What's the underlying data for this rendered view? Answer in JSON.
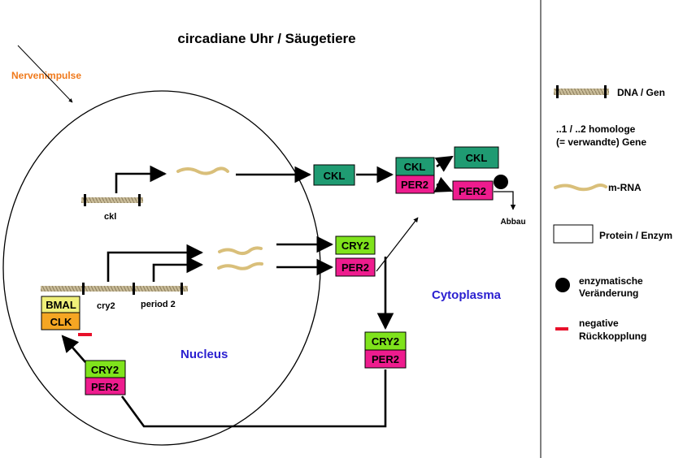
{
  "title": "circadiane Uhr /  Säugetiere",
  "colors": {
    "teal": "#1f9b72",
    "magenta": "#ee1c8e",
    "green": "#7fe31c",
    "yellow": "#f0f07a",
    "orange": "#f5a623",
    "label_orange": "#f07a1c",
    "blue": "#2a1fd0",
    "red": "#e8102a",
    "mrna": "#d9bf7a",
    "dna": "#b5a88a",
    "black": "#000000"
  },
  "labels": {
    "nervenimpulse": "Nervenimpulse",
    "nucleus": "Nucleus",
    "cytoplasma": "Cytoplasma",
    "abbau": "Abbau"
  },
  "genes": {
    "ckl": "ckl",
    "cry2": "cry2",
    "period2": "period 2"
  },
  "proteins": {
    "ckl": "CKL",
    "per2": "PER2",
    "cry2": "CRY2",
    "bmal": "BMAL",
    "clk": "CLK"
  },
  "legend": {
    "dna": "DNA / Gen",
    "homolog_line1": "..1 / ..2 homologe",
    "homolog_line2": "(= verwandte) Gene",
    "mrna": "m-RNA",
    "protein": "Protein / Enzym",
    "enzym_line1": "enzymatische",
    "enzym_line2": "Veränderung",
    "negativ_line1": "negative",
    "negativ_line2": "Rückkopplung"
  }
}
